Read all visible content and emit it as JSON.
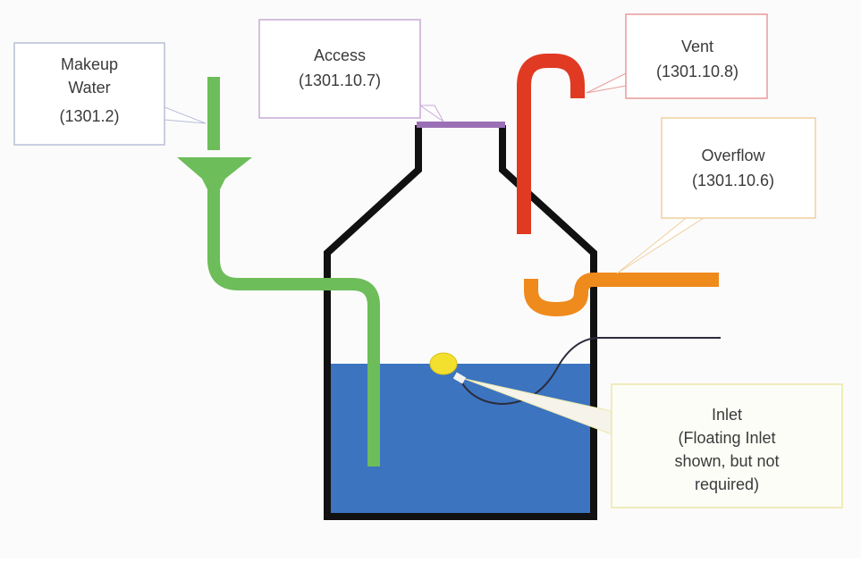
{
  "callouts": {
    "makeup": {
      "line1": "Makeup",
      "line2": "Water",
      "line3": "(1301.2)"
    },
    "access": {
      "line1": "Access",
      "line2": "(1301.10.7)"
    },
    "vent": {
      "line1": "Vent",
      "line2": "(1301.10.8)"
    },
    "overflow": {
      "line1": "Overflow",
      "line2": "(1301.10.6)"
    },
    "inlet": {
      "line1": "Inlet",
      "line2": "(Floating Inlet",
      "line3": "shown, but not",
      "line4": "required)"
    }
  },
  "colors": {
    "tank_outline": "#111111",
    "water": "#3c74c0",
    "makeup_pipe": "#6dbd5a",
    "access_lid": "#9b6fb5",
    "vent_pipe": "#e03a22",
    "overflow_pipe": "#ef8a1d",
    "float": "#f3df2e",
    "makeup_box_border": "#b7bfd6",
    "access_box_border": "#c8a9d6",
    "vent_box_border": "#e89a9a",
    "overflow_box_border": "#efcf9f",
    "inlet_box_border": "#ece7a8"
  }
}
